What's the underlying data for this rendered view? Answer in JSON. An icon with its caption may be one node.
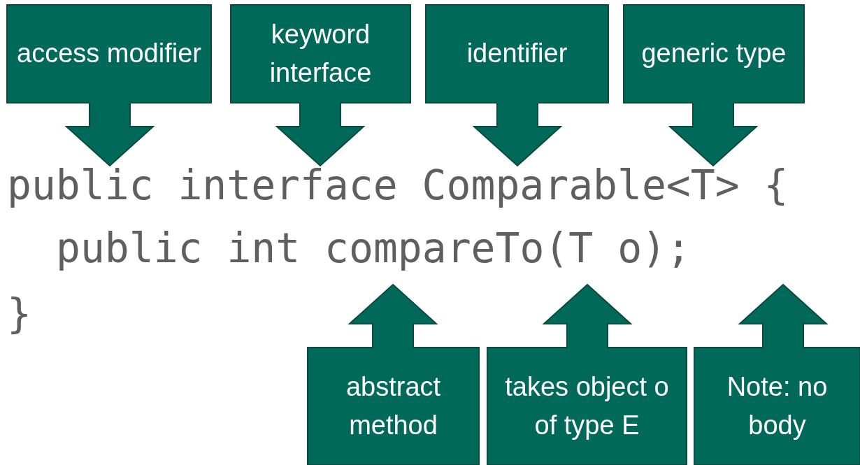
{
  "diagram": {
    "nodes": [
      {
        "text": [
          "access modifier"
        ]
      },
      {
        "text": [
          "keyword interface"
        ]
      },
      {
        "text": [
          "identifier"
        ]
      },
      {
        "text": [
          "generic type"
        ]
      },
      {
        "text": [
          "abstract method"
        ]
      },
      {
        "text": [
          "takes object o of type E"
        ]
      },
      {
        "text": [
          "Note: no body"
        ]
      }
    ],
    "labels": [
      "public interface Comparable<T> {",
      "public int compareTo(T o);",
      "}"
    ]
  }
}
